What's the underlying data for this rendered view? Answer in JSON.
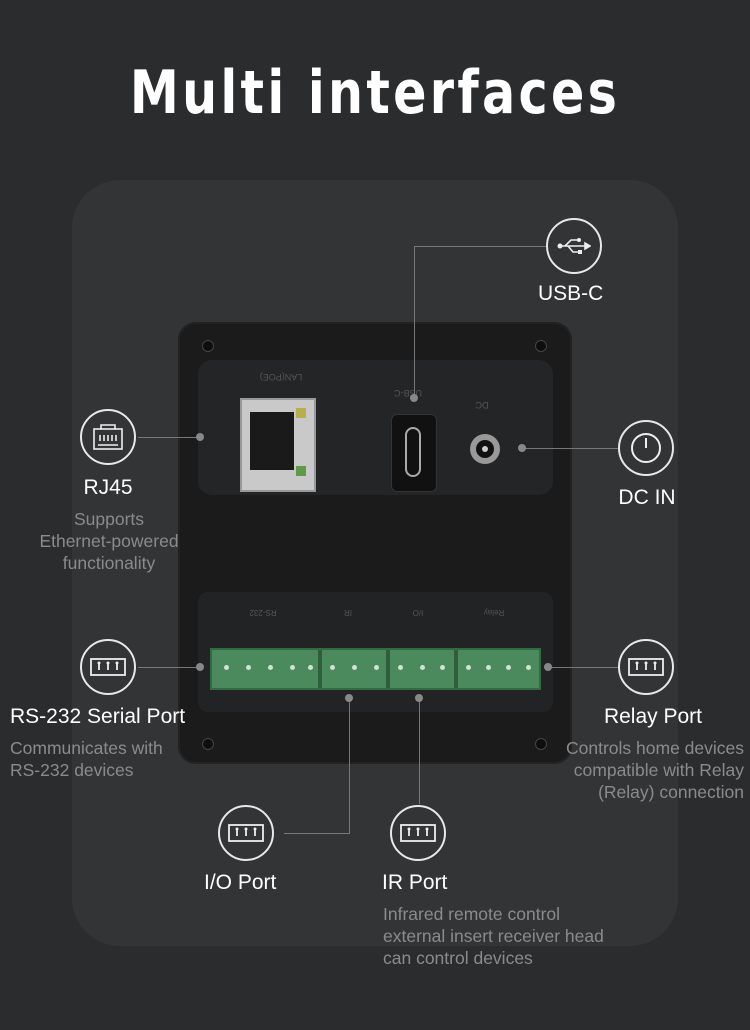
{
  "title": "Multi interfaces",
  "ports": {
    "usb_c": {
      "label": "USB-C",
      "icon": "usb-icon"
    },
    "rj45": {
      "label": "RJ45",
      "icon": "ethernet-port-icon",
      "desc": [
        "Supports",
        "Ethernet-powered",
        "functionality"
      ]
    },
    "dc_in": {
      "label": "DC IN",
      "icon": "power-icon"
    },
    "rs232": {
      "label": "RS-232 Serial Port",
      "icon": "terminal-block-icon",
      "desc": [
        "Communicates with",
        "RS-232 devices"
      ]
    },
    "relay": {
      "label": "Relay Port",
      "icon": "terminal-block-icon",
      "desc": [
        "Controls home devices",
        "compatible with Relay",
        "(Relay) connection"
      ]
    },
    "io": {
      "label": "I/O Port",
      "icon": "terminal-block-icon"
    },
    "ir": {
      "label": "IR Port",
      "icon": "terminal-block-icon",
      "desc": [
        "Infrared remote control",
        "external insert receiver head",
        "can control devices"
      ]
    }
  },
  "device_print": {
    "lan": "LAN(POE)",
    "usb": "USB-C",
    "dc": "DC",
    "rs232": "RS-232",
    "ir": "IR",
    "io": "I/O",
    "relay": "Relay"
  },
  "colors": {
    "background": "#2b2c2e",
    "terminal": "#4b8a5c",
    "text": "#ffffff",
    "muted": "#8a8b8d"
  }
}
